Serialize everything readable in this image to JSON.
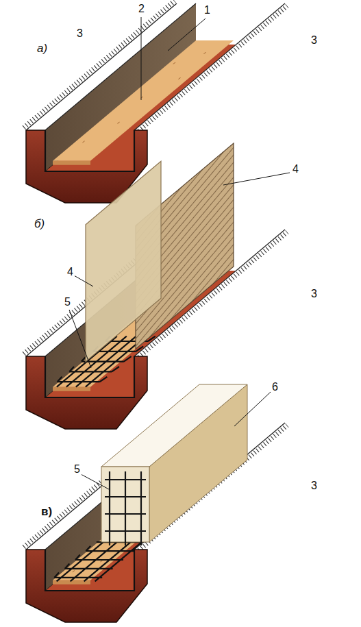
{
  "diagram": {
    "labels": [
      "1",
      "2",
      "3",
      "а)",
      "3",
      "4",
      "б)",
      "4",
      "5",
      "3",
      "6",
      "5",
      "в)",
      "3"
    ]
  }
}
